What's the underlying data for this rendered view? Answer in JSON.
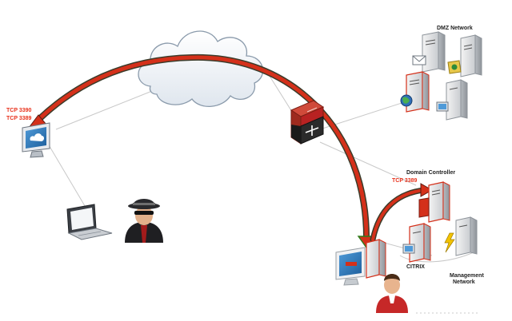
{
  "labels": {
    "dmz_network": "DMZ Network",
    "domain_controller": "Domain Controller",
    "citrix": "CITRIX",
    "management_network_line1": "Management",
    "management_network_line2": "Network",
    "tcp_3390": "TCP 3390",
    "tcp_3389_left": "TCP 3389",
    "tcp_3389_right": "TCP 3389"
  },
  "colors": {
    "arrow_red": "#d4301a",
    "arrow_green_outline": "#2e7d1a",
    "label_red": "#e8321c",
    "firewall_red": "#b82222",
    "link_gray": "#c8c8c8"
  },
  "icons": {
    "cloud": "cloud-icon",
    "firewall": "firewall-router-icon",
    "remote_monitor": "monitor-cloud-icon",
    "laptop": "laptop-icon",
    "attacker": "spy-attacker-icon",
    "workstation": "desktop-workstation-icon",
    "user": "user-icon",
    "servers": "server-icon"
  }
}
